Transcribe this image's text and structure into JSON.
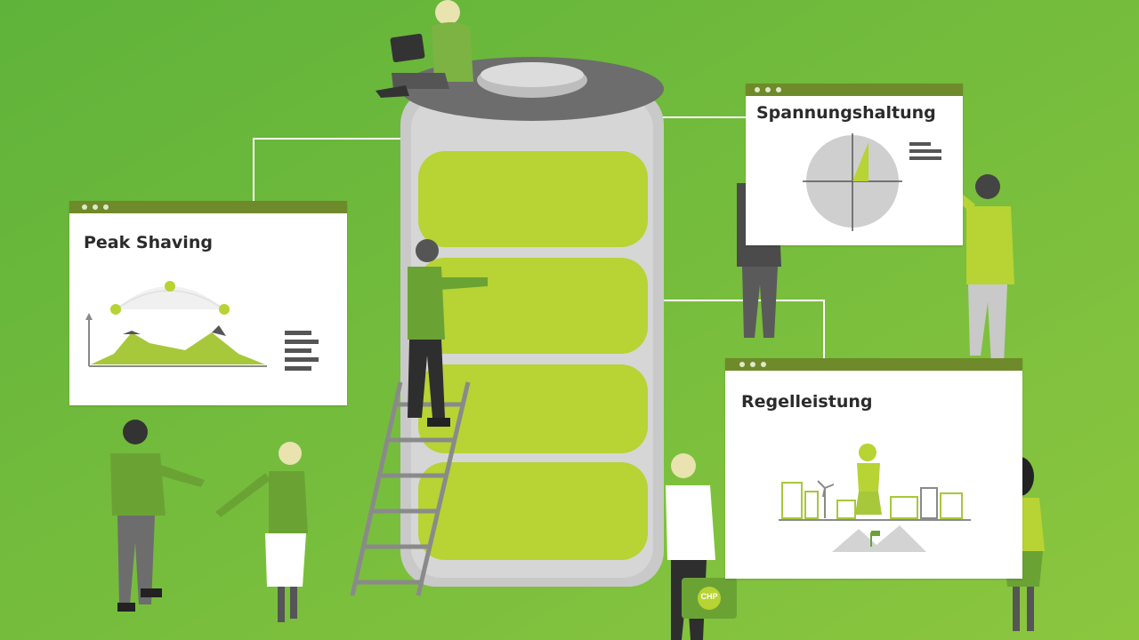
{
  "panels": {
    "peak_shaving": {
      "title": "Peak Shaving"
    },
    "spannungshaltung": {
      "title": "Spannungshaltung"
    },
    "regelleistung": {
      "title": "Regelleistung"
    }
  },
  "briefcase_label": "CHP",
  "colors": {
    "background": "#6fbe3c",
    "panel_bar": "#6e8a2a",
    "battery_cell": "#b7d334",
    "battery_casing": "#c9c9c9",
    "battery_cap": "#6d6d6d"
  }
}
